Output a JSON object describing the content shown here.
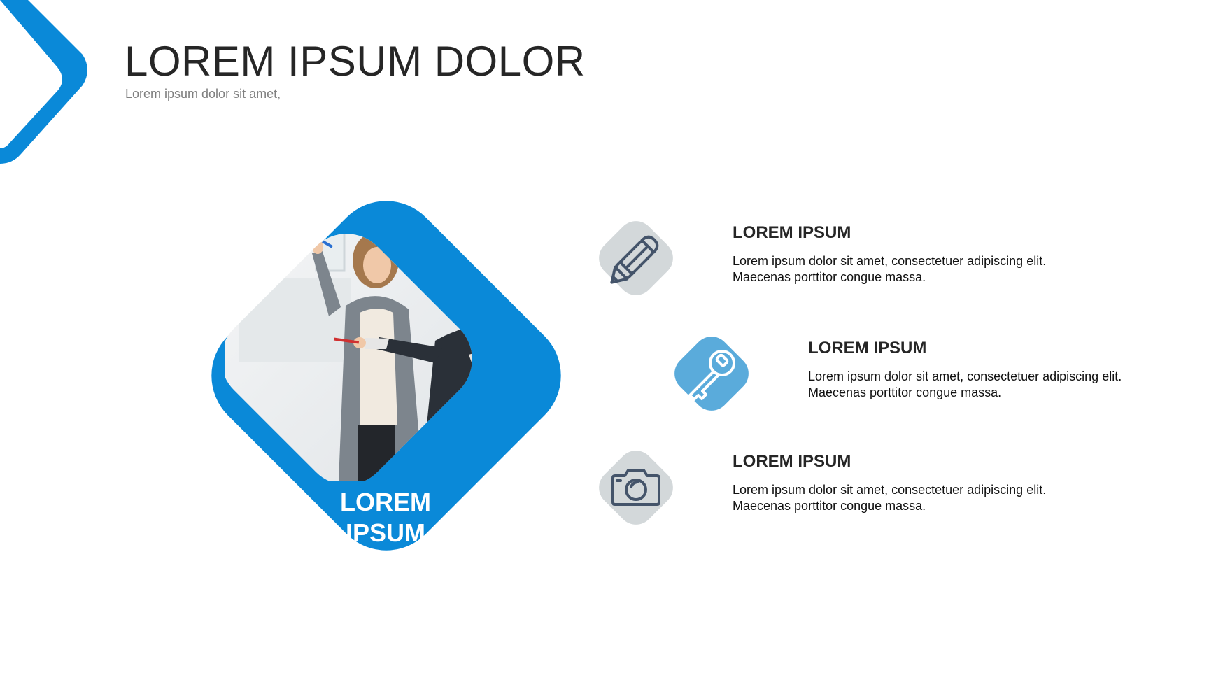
{
  "colors": {
    "accent": "#0a89d8",
    "tile_gray": "#d3d8da",
    "tile_blue": "#5aabdb",
    "icon_dark": "#44546a",
    "icon_light": "#ffffff"
  },
  "header": {
    "title": "LOREM IPSUM DOLOR",
    "subtitle": "Lorem ipsum dolor sit amet,"
  },
  "hero": {
    "label_line1": "LOREM",
    "label_line2": "IPSUM"
  },
  "features": [
    {
      "icon": "pencil-icon",
      "title": "LOREM IPSUM",
      "body": "Lorem ipsum dolor sit amet, consectetuer adipiscing elit. Maecenas porttitor congue massa."
    },
    {
      "icon": "key-icon",
      "title": "LOREM IPSUM",
      "body": "Lorem ipsum dolor sit amet, consectetuer adipiscing elit. Maecenas porttitor congue massa."
    },
    {
      "icon": "camera-icon",
      "title": "LOREM IPSUM",
      "body": "Lorem ipsum dolor sit amet, consectetuer adipiscing elit. Maecenas porttitor congue massa."
    }
  ]
}
